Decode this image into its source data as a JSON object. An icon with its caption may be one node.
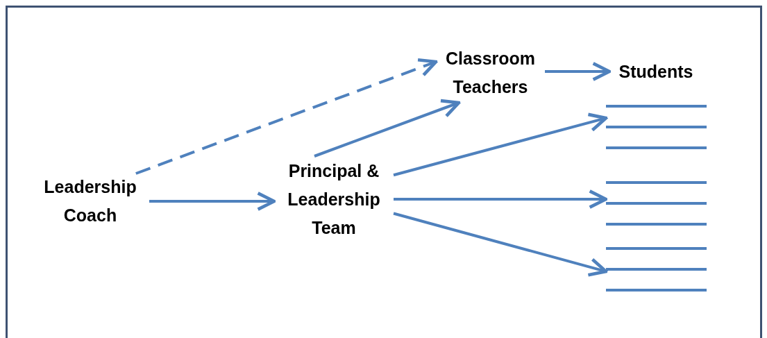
{
  "diagram": {
    "nodes": [
      {
        "text": [
          "Leadership Coach"
        ]
      },
      {
        "text": [
          "Principal & Leadership Team"
        ]
      },
      {
        "text": [
          "Classroom Teachers"
        ]
      },
      {
        "text": [
          "Students"
        ]
      },
      {
        "text": [],
        "shape": "bar"
      },
      {
        "text": [],
        "shape": "bar"
      },
      {
        "text": [],
        "shape": "bar"
      }
    ],
    "edges": [
      {
        "from": 0,
        "to": 2,
        "arrow": "to",
        "style": "dashed"
      },
      {
        "from": 0,
        "to": 1,
        "arrow": "to"
      },
      {
        "from": 1,
        "to": 2,
        "arrow": "to"
      },
      {
        "from": 2,
        "to": 3,
        "arrow": "to"
      },
      {
        "from": 1,
        "to": 4,
        "arrow": "to"
      },
      {
        "from": 1,
        "to": 5,
        "arrow": "to"
      },
      {
        "from": 1,
        "to": 6,
        "arrow": "to"
      }
    ]
  }
}
